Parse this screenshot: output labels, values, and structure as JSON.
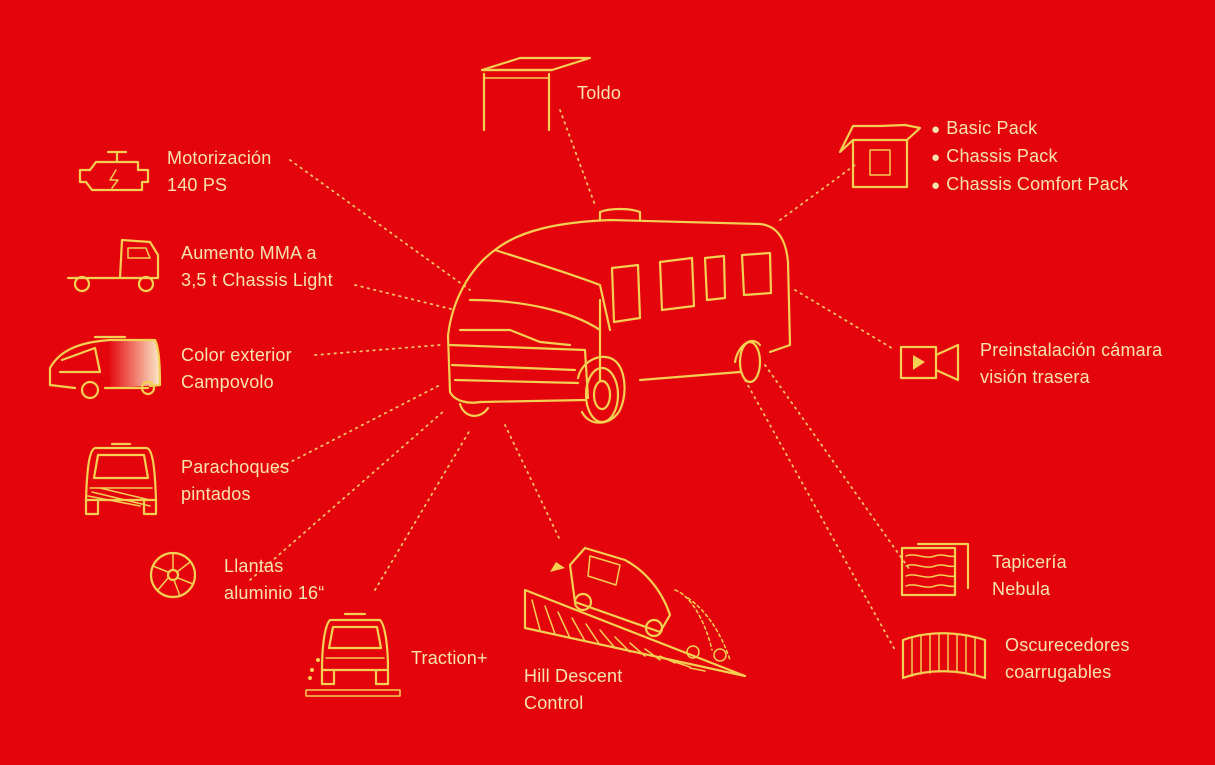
{
  "palette": {
    "background": "#e3050b",
    "line_art": "#f3cf52",
    "text": "#f6e3b0"
  },
  "features": {
    "toldo": {
      "lines": [
        "Toldo"
      ],
      "icon": "awning-icon"
    },
    "motorizacion": {
      "lines": [
        "Motorización",
        "140 PS"
      ],
      "icon": "engine-icon"
    },
    "mma": {
      "lines": [
        "Aumento MMA a",
        "3,5 t Chassis Light"
      ],
      "icon": "truck-chassis-icon"
    },
    "color": {
      "lines": [
        "Color exterior",
        "Campovolo"
      ],
      "icon": "van-side-icon"
    },
    "parachoques": {
      "lines": [
        "Parachoques",
        "pintados"
      ],
      "icon": "van-front-bumper-icon"
    },
    "llantas": {
      "lines": [
        "Llantas",
        "aluminio 16“"
      ],
      "icon": "alloy-wheel-icon"
    },
    "traction": {
      "lines": [
        "Traction+"
      ],
      "icon": "van-front-traction-icon"
    },
    "hill": {
      "lines": [
        "Hill Descent",
        "Control"
      ],
      "icon": "van-descending-slope-icon"
    },
    "packs": {
      "items": [
        "Basic Pack",
        "Chassis Pack",
        "Chassis Comfort Pack"
      ],
      "icon": "open-box-icon"
    },
    "camara": {
      "lines": [
        "Preinstalación cámara",
        "visión trasera"
      ],
      "icon": "video-camera-icon"
    },
    "tapiceria": {
      "lines": [
        "Tapicería",
        "Nebula"
      ],
      "icon": "fabric-swatches-icon"
    },
    "oscurecedores": {
      "lines": [
        "Oscurecedores",
        "coarrugables"
      ],
      "icon": "pleated-blind-icon"
    }
  },
  "center": {
    "icon": "campervan-icon"
  }
}
